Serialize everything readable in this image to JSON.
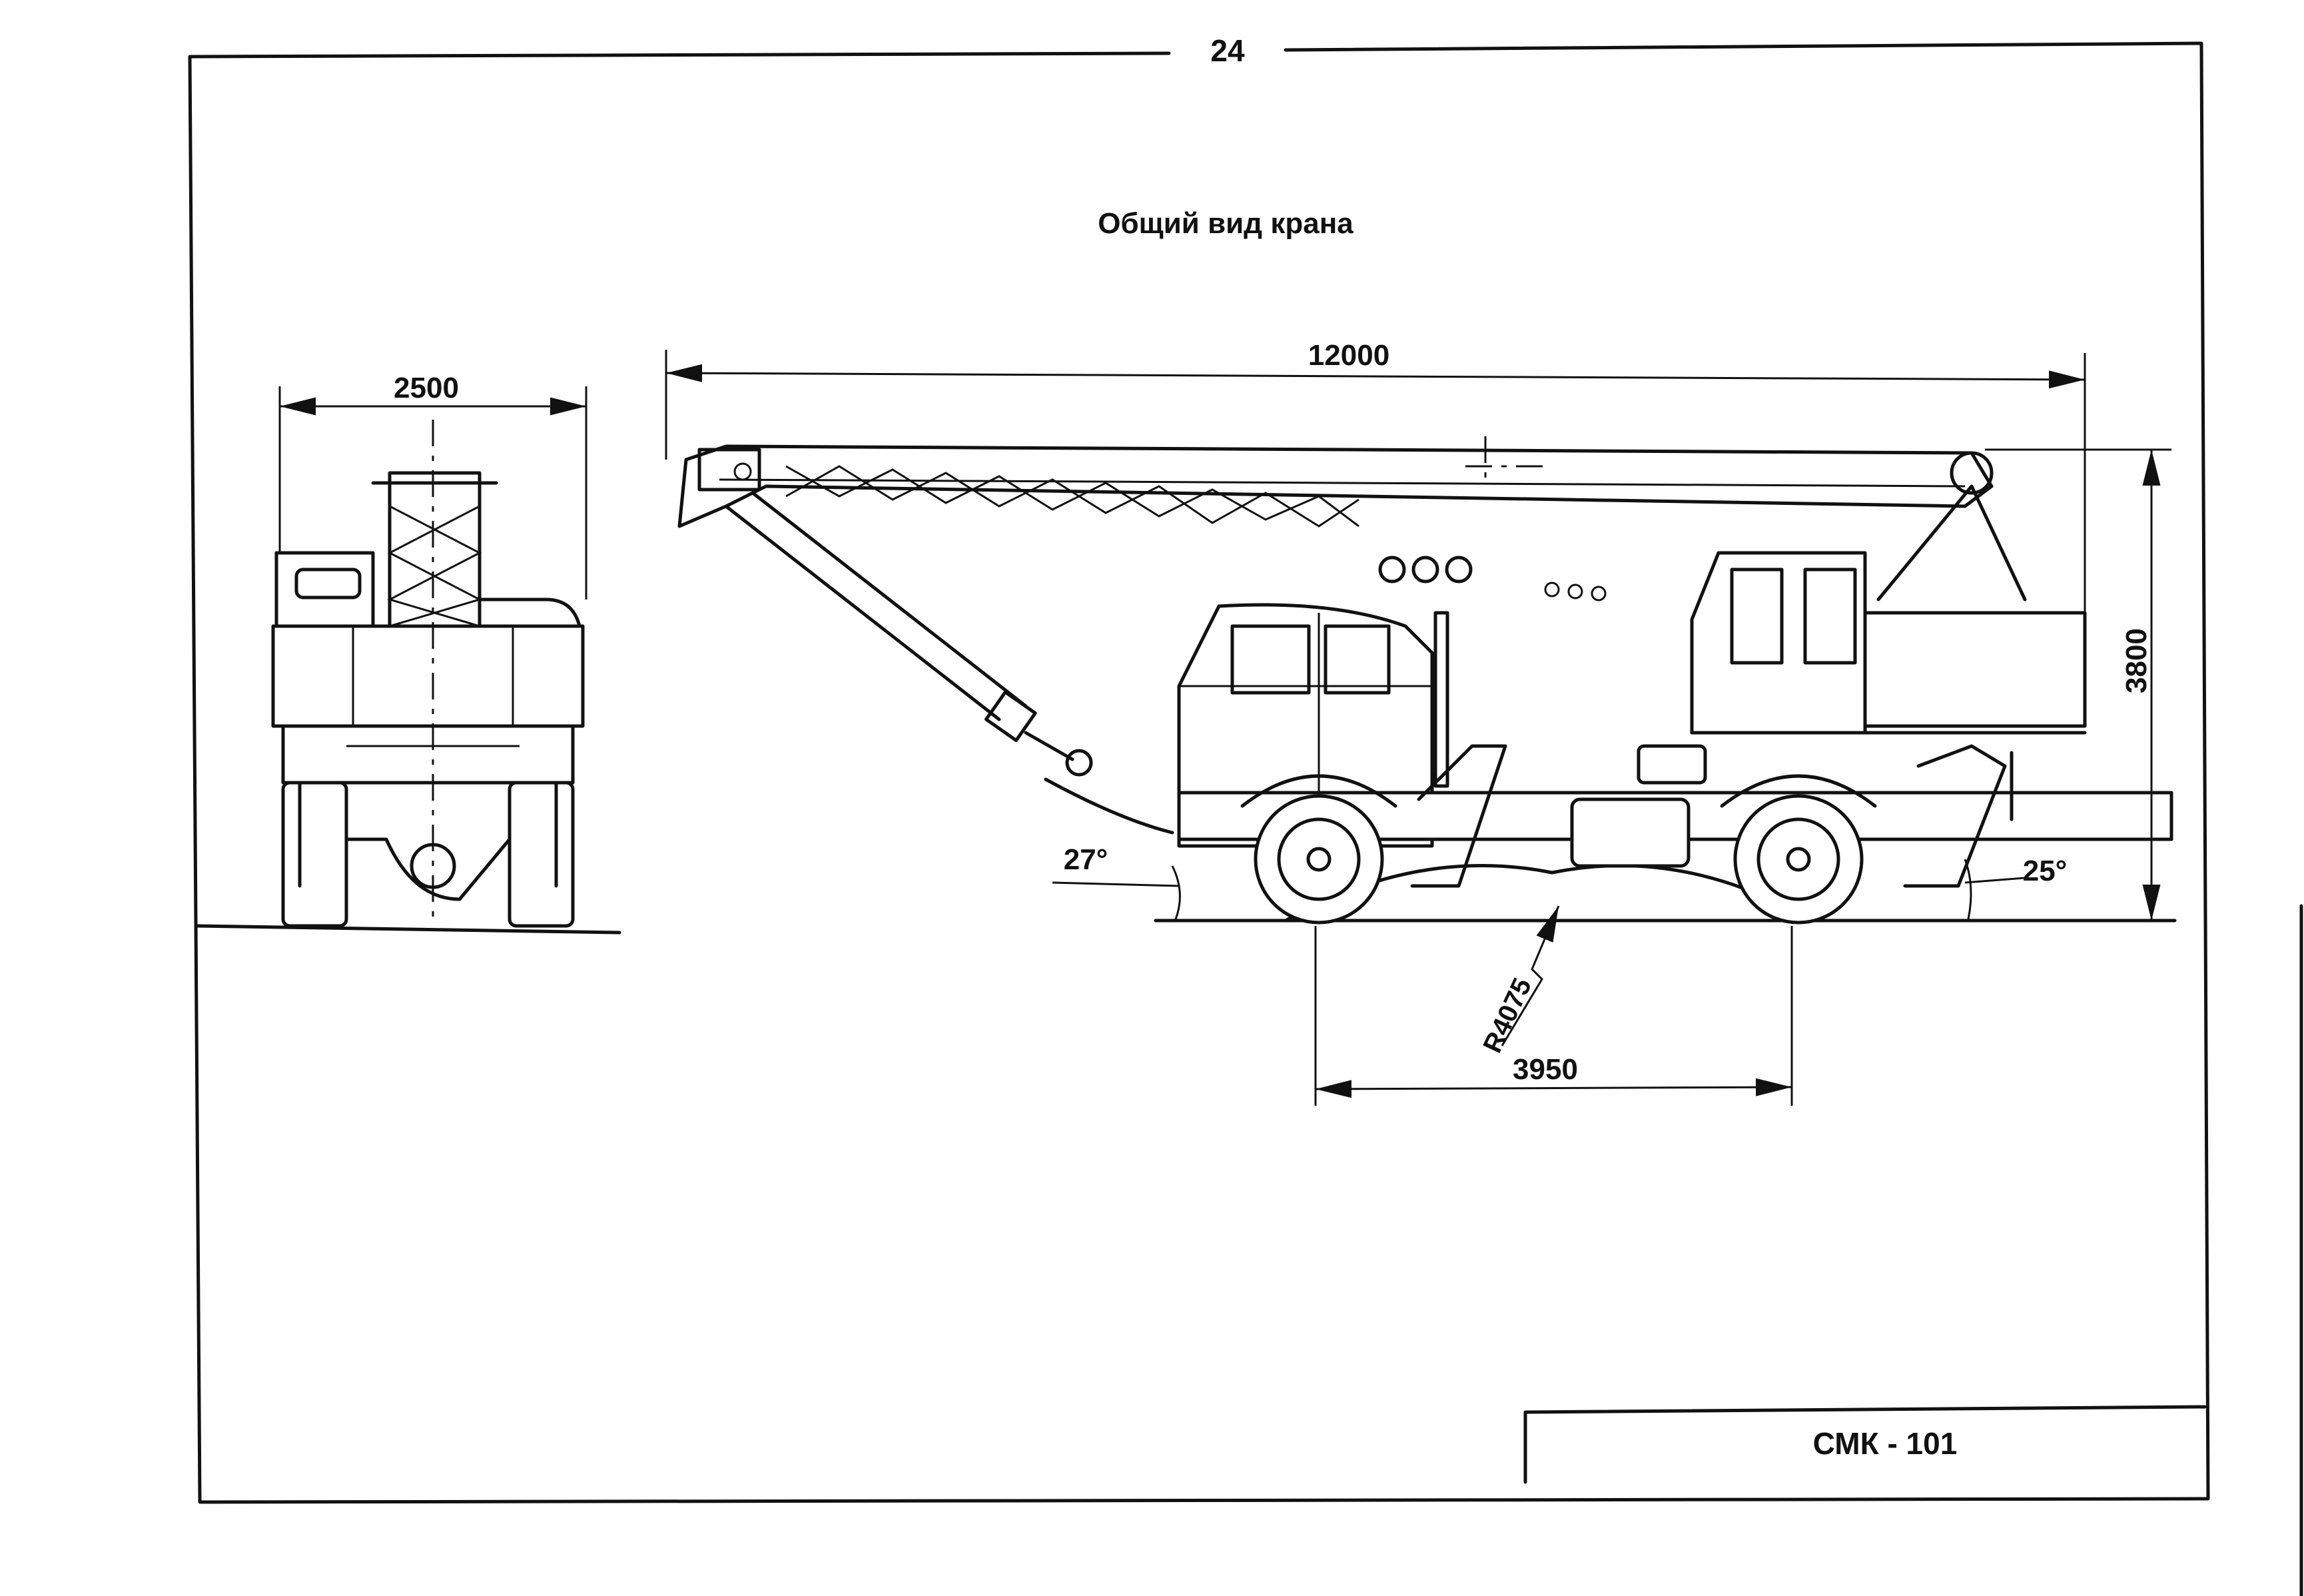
{
  "page_number": "24",
  "title": "Общий вид крана",
  "dimensions": {
    "front_width": "2500",
    "overall_length": "12000",
    "height": "3800",
    "wheelbase": "3950",
    "radius": "R4075",
    "front_angle": "27°",
    "rear_angle": "25°"
  },
  "stamp": {
    "model": "СМК - 101"
  }
}
